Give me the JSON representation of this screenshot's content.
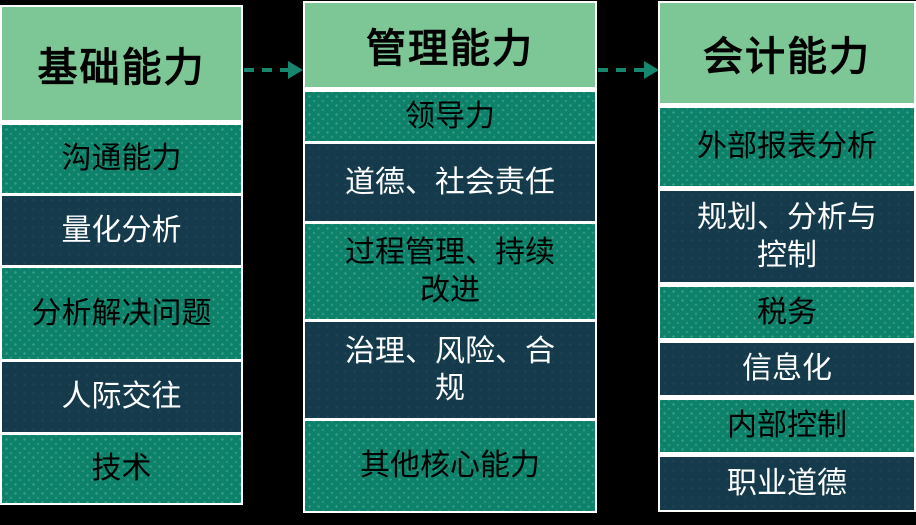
{
  "diagram_title": "competency-flow-diagram",
  "colors": {
    "background": "#000000",
    "header_green": "#7cc795",
    "item_teal": "#0d8169",
    "item_navy": "#143a4b",
    "border_white": "#ffffff",
    "arrow_teal": "#17866e",
    "text_on_teal": "#000000",
    "text_on_navy": "#ffffff"
  },
  "columns": [
    {
      "id": "basic",
      "header": "基础能力",
      "items": [
        {
          "label": "沟通能力",
          "variant": "teal"
        },
        {
          "label": "量化分析",
          "variant": "navy"
        },
        {
          "label": "分析解决问题",
          "variant": "teal"
        },
        {
          "label": "人际交往",
          "variant": "navy"
        },
        {
          "label": "技术",
          "variant": "teal"
        }
      ]
    },
    {
      "id": "management",
      "header": "管理能力",
      "items": [
        {
          "label": "领导力",
          "variant": "teal"
        },
        {
          "label": "道德、社会责任",
          "variant": "navy"
        },
        {
          "label": "过程管理、持续\n改进",
          "variant": "teal"
        },
        {
          "label": "治理、风险、合\n规",
          "variant": "navy"
        },
        {
          "label": "其他核心能力",
          "variant": "teal"
        }
      ]
    },
    {
      "id": "accounting",
      "header": "会计能力",
      "items": [
        {
          "label": "外部报表分析",
          "variant": "teal"
        },
        {
          "label": "规划、分析与\n控制",
          "variant": "navy"
        },
        {
          "label": "税务",
          "variant": "teal"
        },
        {
          "label": "信息化",
          "variant": "navy"
        },
        {
          "label": "内部控制",
          "variant": "teal"
        },
        {
          "label": "职业道德",
          "variant": "navy"
        }
      ]
    }
  ],
  "arrows": [
    {
      "from": "基础能力",
      "to": "管理能力",
      "style": "dashed-right"
    },
    {
      "from": "管理能力",
      "to": "会计能力",
      "style": "dashed-right"
    }
  ]
}
